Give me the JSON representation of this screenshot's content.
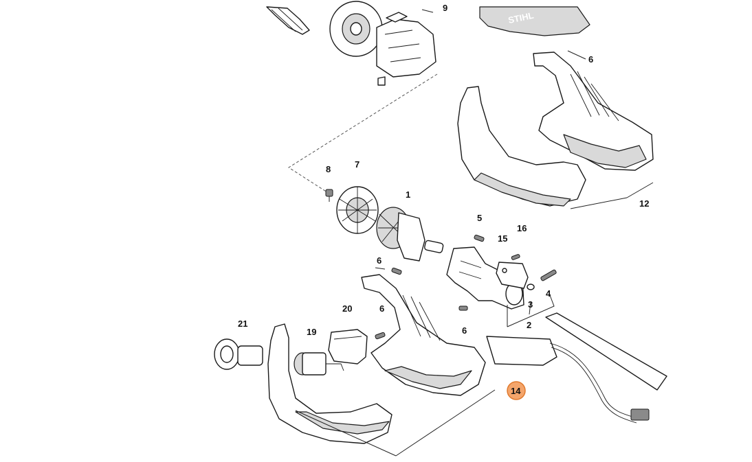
{
  "diagram": {
    "brand_text": "STIHL",
    "highlight_color": "#f4a56b",
    "highlight_stroke": "#e07a2e",
    "callouts": [
      {
        "id": "c9",
        "label": "9"
      },
      {
        "id": "c6a",
        "label": "6"
      },
      {
        "id": "c8",
        "label": "8"
      },
      {
        "id": "c7",
        "label": "7"
      },
      {
        "id": "c12",
        "label": "12"
      },
      {
        "id": "c1",
        "label": "1"
      },
      {
        "id": "c5",
        "label": "5"
      },
      {
        "id": "c16",
        "label": "16"
      },
      {
        "id": "c15",
        "label": "15"
      },
      {
        "id": "c6b",
        "label": "6"
      },
      {
        "id": "c4",
        "label": "4"
      },
      {
        "id": "c3",
        "label": "3"
      },
      {
        "id": "c2",
        "label": "2"
      },
      {
        "id": "c6c",
        "label": "6"
      },
      {
        "id": "c20",
        "label": "20"
      },
      {
        "id": "c6d",
        "label": "6"
      },
      {
        "id": "c21",
        "label": "21"
      },
      {
        "id": "c19",
        "label": "19"
      },
      {
        "id": "c14",
        "label": "14"
      }
    ]
  }
}
